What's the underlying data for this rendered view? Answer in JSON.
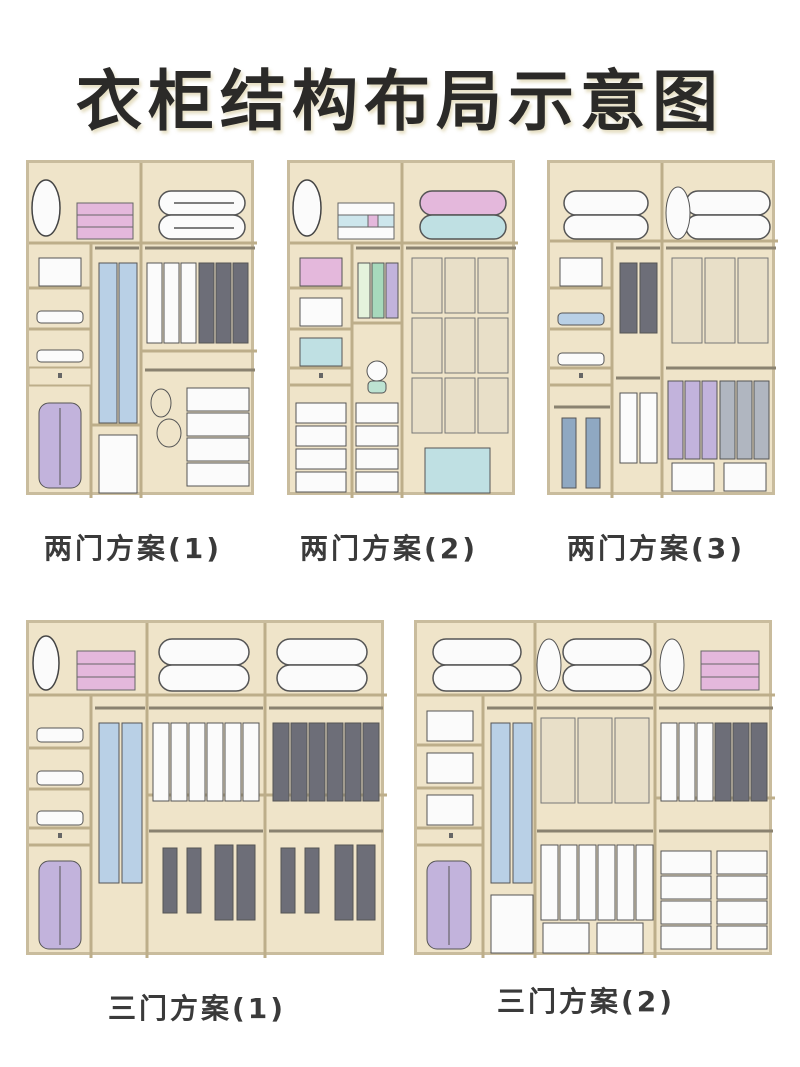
{
  "title": "衣柜结构布局示意图",
  "colors": {
    "cabinet_fill": "#efe4c9",
    "cabinet_line": "#bdae8a",
    "outline": "#555555",
    "pink": "#e4b8dc",
    "light_blue": "#b9d0e6",
    "gray_dark": "#6d6e78",
    "purple": "#c2b3dc",
    "mint": "#bde3d2",
    "teal_box": "#bfe0e3",
    "white_item": "#fbfbfb"
  },
  "layouts": [
    {
      "id": "two-door-1",
      "caption": "两门方案(1)",
      "doors": 2,
      "items": [
        "mirror",
        "pink folded stack",
        "two rolled quilts",
        "storage box",
        "two folded shirt stacks",
        "drawer",
        "purple suitcase",
        "two long light-blue coats",
        "bottom storage box",
        "3 white shirts",
        "3 gray jackets",
        "hanging bags",
        "4-drawer unit"
      ]
    },
    {
      "id": "two-door-2",
      "caption": "两门方案(2)",
      "doors": 2,
      "items": [
        "mirror",
        "plaid folded stack",
        "pink and teal rolled quilts",
        "pink box",
        "white box",
        "teal box",
        "drawer",
        "mint/green/purple shirts",
        "bear plush toy",
        "two 4-drawer units",
        "3x3 hanging shoe organizer",
        "teal storage box"
      ]
    },
    {
      "id": "two-door-3",
      "caption": "两门方案(3)",
      "doors": 2,
      "items": [
        "two rolled quilts",
        "pillow",
        "two rolled quilts",
        "storage box",
        "blue folded stack",
        "white folded stack",
        "drawer",
        "two hanging trousers",
        "two gray jackets",
        "two white shirts",
        "3-column hanging organizer",
        "3 purple shirts",
        "3 gray shirts",
        "two storage boxes"
      ]
    },
    {
      "id": "three-door-1",
      "caption": "三门方案(1)",
      "doors": 3,
      "items": [
        "mirror",
        "pink folded stack",
        "two rolled quilts",
        "two rolled quilts",
        "three folded shirt stacks",
        "drawer",
        "purple suitcase",
        "two long light-blue coats",
        "6 white shirts",
        "6 gray jackets",
        "2 trousers + 2 jackets",
        "2 trousers + 2 jackets"
      ]
    },
    {
      "id": "three-door-2",
      "caption": "三门方案(2)",
      "doors": 3,
      "items": [
        "two rolled quilts",
        "pillow",
        "two rolled quilts",
        "pillow",
        "pink folded stack",
        "three storage boxes",
        "drawer",
        "purple suitcase",
        "two long light-blue coats",
        "bottom box",
        "3-column hanging organizer",
        "6 white shirts",
        "two storage boxes",
        "3 white + 3 gray shirts",
        "2x4 drawer unit"
      ]
    }
  ]
}
